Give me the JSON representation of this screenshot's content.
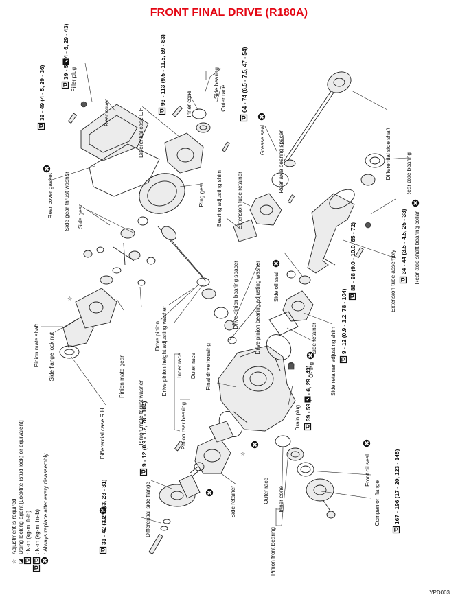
{
  "title": "FRONT FINAL DRIVE (R180A)",
  "reference_code": "YPD003",
  "legend": {
    "adjustment": "Adjustment is required",
    "locking_agent": "Using locking agent [Locktite (stud lock) or equivalent]",
    "torque_units_1": ": N·m (kg-m, ft-lb)",
    "torque_units_2": ": N·m (kg-m, in-lb)",
    "replace": ": Always replace after every disassembly"
  },
  "labels": {
    "pinion_mate_shaft": "Pinion mate shaft",
    "side_flange_lock_nut": "Side flange lock nut",
    "pinion_mate_gear": "Pinion mate gear",
    "pinion_mate_thrust_washer": "Pinion mate thrust washer",
    "differential_case_rh": "Differential case R.H.",
    "differential_side_flange": "Differential side flange",
    "o_ring_1": "O-ring",
    "side_retainer_1": "Side retainer",
    "pinion_front_bearing": "Pinion front bearing",
    "outer_race_1": "Outer race",
    "inner_cone_1": "Inner cone",
    "pinion_rear_bearing": "Pinion rear bearing",
    "inner_race": "Inner race",
    "outer_race_2": "Outer race",
    "drive_pinion_height_adjusting_washer": "Drive pinion height adjusting washer",
    "drive_pinion": "Drive pinion",
    "final_drive_housing": "Final drive housing",
    "drain_plug": "Drain plug",
    "companion_flange": "Companion flange",
    "front_oil_seal": "Front oil seal",
    "side_retainer_adjusting_shim": "Side retainer adjusting shim",
    "side_retainer_2": "Side retainer",
    "o_ring_2": "O-ring",
    "side_oil_seal": "Side oil seal",
    "drive_pinion_bearing_adjusting_washer": "Drive pinion bearing adjusting washer",
    "drive_pinion_bearing_spacer": "Drive pinion bearing spacer",
    "extension_tube_assembly": "Extension tube assembly",
    "rear_axle_shaft_bearing_collar": "Rear axle shaft bearing collar",
    "rear_axle_bearing": "Rear axle bearing",
    "differential_side_shaft": "Differential side shaft",
    "rear_axle_bearing_spacer": "Rear axle bearing spacer",
    "grease_seal": "Grease seal",
    "extension_tube_retainer": "Extension tube retainer",
    "bearing_adjusting_shim": "Bearing adjusting shim",
    "ring_gear": "Ring gear",
    "side_gear": "Side gear",
    "side_gear_thrust_washer": "Side gear thrust washer",
    "rear_cover_gasket": "Rear cover gasket",
    "rear_cover": "Rear cover",
    "filler_plug": "Filler plug",
    "differential_case_lh": "Differential case L.H.",
    "inner_cone_2": "Inner cone",
    "outer_race_3": "Outer race",
    "side_bearing": "Side bearing"
  },
  "torques": {
    "t_side_flange_bolt": "31 - 42 (3.2 - 4.3, 23 - 31)",
    "t_side_retainer_bolt": "9 - 12 (0.9 - 1.2, 78 - 104)",
    "t_companion_nut": "167 - 196 (17 - 20, 123 - 145)",
    "t_drain_plug": "39 - 59 (4 - 6, 29 - 43)",
    "t_side_retainer_2": "9 - 12 (0.9 - 1.2, 78 - 104)",
    "t_ext_tube_assy": "88 - 98 (9.0 - 10.0, 65 - 72)",
    "t_ext_tube_bolt": "34 - 44 (3.5 - 4.5, 25 - 33)",
    "t_ext_retainer": "64 - 74 (6.5 - 7.5, 47 - 54)",
    "t_ring_gear": "93 - 113 (9.5 - 11.5, 69 - 83)",
    "t_rear_cover": "39 - 49 (4 - 5, 29 - 36)",
    "t_filler_plug": "39 - 59 (4 - 6, 29 - 43)"
  },
  "colors": {
    "title": "#e30613",
    "ink": "#111111"
  }
}
